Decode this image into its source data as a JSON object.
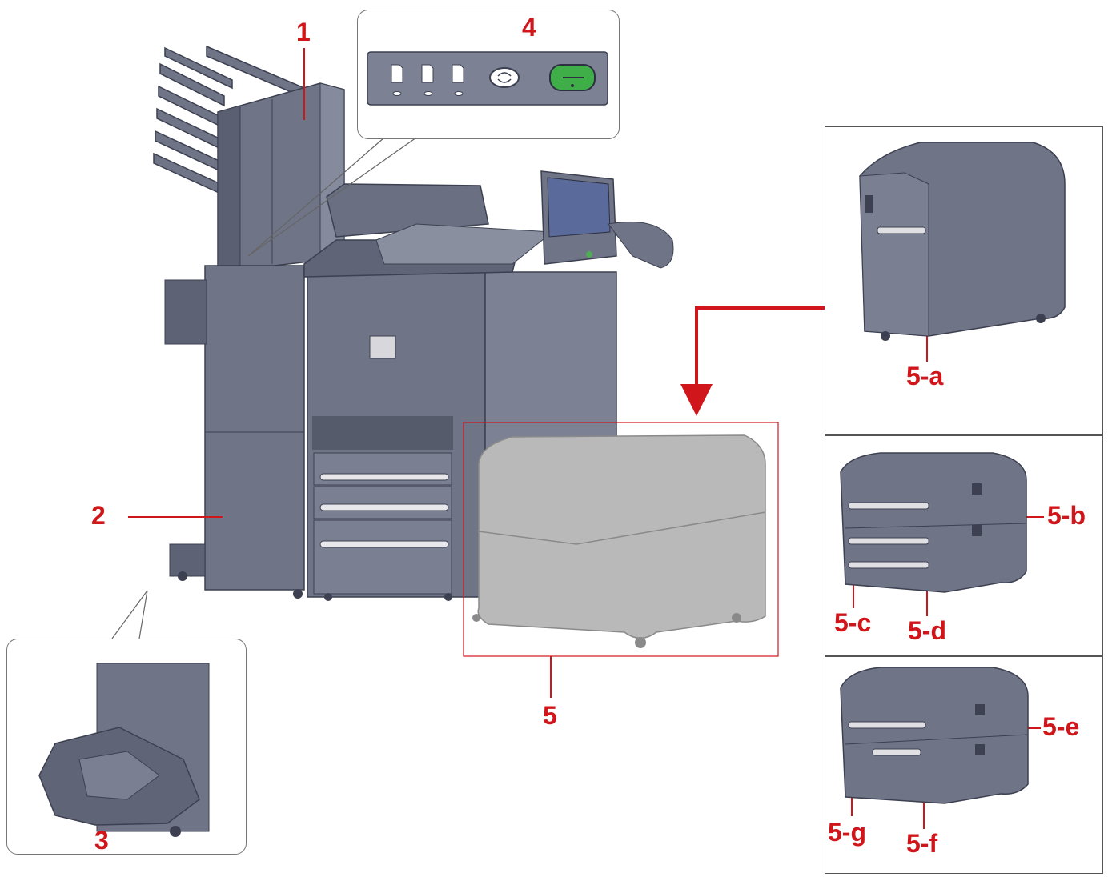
{
  "callouts": {
    "c1": "1",
    "c2": "2",
    "c3": "3",
    "c4": "4",
    "c5": "5",
    "c5a": "5-a",
    "c5b": "5-b",
    "c5c": "5-c",
    "c5d": "5-d",
    "c5e": "5-e",
    "c5f": "5-f",
    "c5g": "5-g"
  },
  "colors": {
    "callout": "#d0161b",
    "machine_body": "#6f7487",
    "machine_dark": "#4f5466",
    "machine_light": "#9297a8",
    "option_highlight": "#b9b9b9",
    "button_green": "#3fae49"
  },
  "icons": {
    "control_panel_buttons": [
      "paper-icon",
      "paper-icon",
      "paper-icon",
      "cycle-button-icon",
      "start-button-icon"
    ]
  }
}
